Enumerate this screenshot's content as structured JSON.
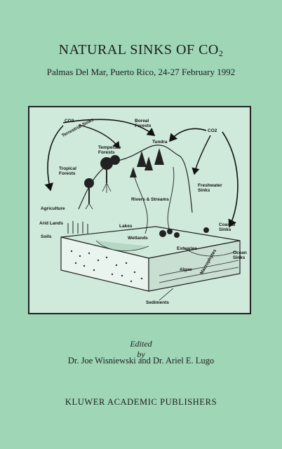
{
  "cover": {
    "title_main": "NATURAL SINKS OF CO",
    "title_sub": "2",
    "subtitle": "Palmas Del Mar, Puerto Rico, 24-27 February 1992",
    "edited_label": "Edited",
    "by_label": "by",
    "editors": "Dr. Joe Wisniewski and Dr. Ariel E. Lugo",
    "publisher": "KLUWER ACADEMIC PUBLISHERS"
  },
  "figure": {
    "labels": {
      "co2_left": "CO2",
      "co2_right": "CO2",
      "terrestrial_sinks": "Terrestrial Sinks",
      "boreal_forests": "Boreal\nForests",
      "tundra": "Tundra",
      "temperate_forests": "Temperate\nForests",
      "tropical_forests": "Tropical\nForests",
      "freshwater_sinks": "Freshwater\nSinks",
      "agriculture": "Agriculture",
      "rivers_streams": "Rivers & Streams",
      "arid_lands": "Arid Lands",
      "soils": "Soils",
      "lakes": "Lakes",
      "coastal_sinks": "Coastal\nSinks",
      "wetlands": "Wetlands",
      "estuaries": "Estuaries",
      "ocean_sinks": "Ocean\nSinks",
      "macrophytes": "Macrophytes",
      "algae": "Algae",
      "sediments": "Sediments"
    }
  }
}
